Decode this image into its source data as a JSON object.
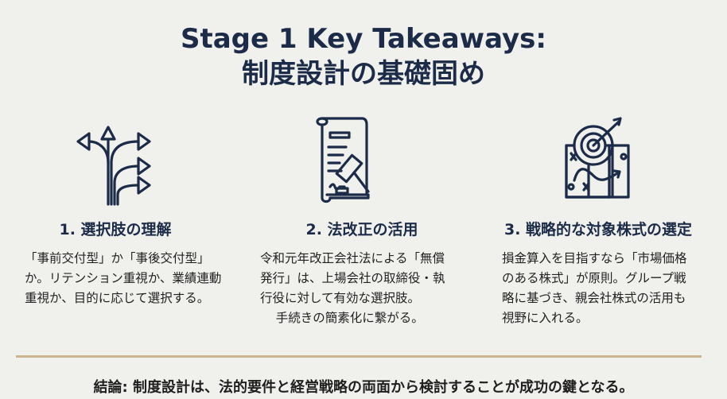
{
  "title": {
    "line1": "Stage 1 Key Takeaways:",
    "line2": "制度設計の基礎固め"
  },
  "columns": [
    {
      "icon": "branching-arrows-icon",
      "heading": "1. 選択肢の理解",
      "body": "「事前交付型」か「事後交付型」\nか。リテンション重視か、業績連動\n重視か、目的に応じて選択する。"
    },
    {
      "icon": "legal-document-gavel-icon",
      "heading": "2. 法改正の活用",
      "body": "令和元年改正会社法による「無償\n発行」は、上場会社の取締役・執\n行役に対して有効な選択肢。\n    手続きの簡素化に繋がる。"
    },
    {
      "icon": "target-strategy-map-icon",
      "heading": "3. 戦略的な対象株式の選定",
      "body": "損金算入を目指すなら「市場価格\nのある株式」が原則。グループ戦\n略に基づき、親会社株式の活用も\n視野に入れる。"
    }
  ],
  "conclusion": "結論: 制度設計は、法的要件と経営戦略の両面から検討することが成功の鍵となる。",
  "colors": {
    "navy": "#1b2b48",
    "rule": "#c9b48f",
    "background": "#f0f0ed"
  }
}
